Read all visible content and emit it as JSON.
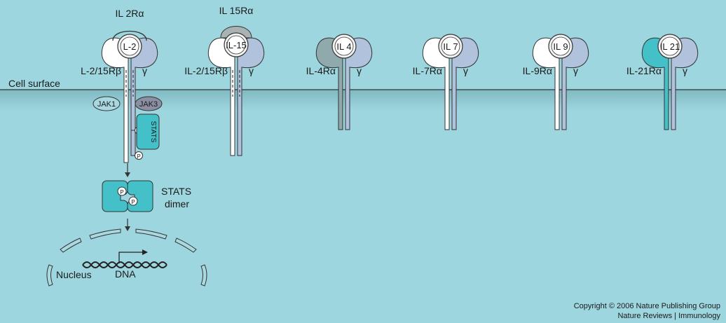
{
  "cell_surface_label": "Cell surface",
  "receptors": [
    {
      "cytokine": "L-2",
      "alpha_chain": "IL 2Rα",
      "beta_chain": "L-2/15Rβ",
      "gamma_chain": "γ"
    },
    {
      "cytokine": "IL-15",
      "alpha_chain": "IL 15Rα",
      "beta_chain": "IL-2/15Rβ",
      "gamma_chain": "γ"
    },
    {
      "cytokine": "IL 4",
      "beta_chain": "IL-4Rα",
      "gamma_chain": "γ"
    },
    {
      "cytokine": "IL 7",
      "beta_chain": "IL-7Rα",
      "gamma_chain": "γ"
    },
    {
      "cytokine": "IL 9",
      "beta_chain": "IL-9Rα",
      "gamma_chain": "γ"
    },
    {
      "cytokine": "IL 21",
      "beta_chain": "IL-21Rα",
      "gamma_chain": "γ"
    }
  ],
  "signaling": {
    "jak1": "JAK1",
    "jak3": "JAK3",
    "phospho": "P",
    "stats_monomer": "STATS",
    "stats_dimer_line1": "STATS",
    "stats_dimer_line2": "dimer",
    "nucleus": "Nucleus",
    "dna": "DNA"
  },
  "copyright": {
    "line1": "Copyright © 2006 Nature Publishing Group",
    "line2": "Nature Reviews | Immunology"
  },
  "colors": {
    "background": "#9ed6df",
    "membrane_band": "#8ec9d1",
    "beta_chain_fill": "#ffffff",
    "gamma_chain_fill": "#b0c2dc",
    "il4_alpha_fill": "#8fa9ad",
    "il21_alpha_fill": "#44c0c8",
    "alpha_cap_fill": "#a9b3b3",
    "jak3_fill": "#8a8fa4",
    "stat_fill": "#44c0c8",
    "outline": "#333333"
  }
}
